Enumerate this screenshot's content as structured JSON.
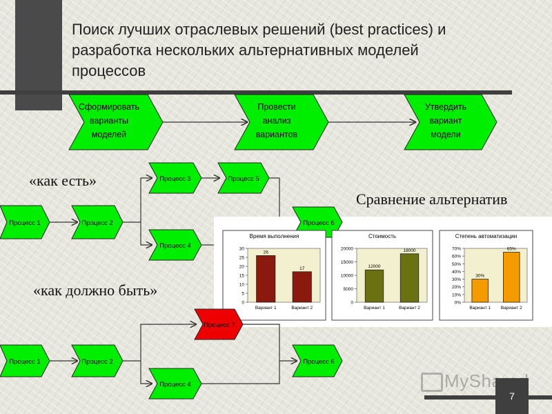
{
  "title": {
    "line1": "Поиск лучших отраслевых решений (best practices) и",
    "line2": "разработка нескольких альтернативных моделей",
    "line3": "процессов"
  },
  "top_steps": [
    {
      "lines": [
        "Сформировать",
        "варианты",
        "моделей"
      ]
    },
    {
      "lines": [
        "Провести",
        "анализ",
        "вариантов"
      ]
    },
    {
      "lines": [
        "Утвердить",
        "вариант",
        "модели"
      ]
    }
  ],
  "labels": {
    "as_is": "«как есть»",
    "to_be": "«как должно быть»",
    "comparison": "Сравнение альтернатив"
  },
  "as_is_processes": [
    "Процесс 1",
    "Процесс 2",
    "Процесс 3",
    "Процесс 4",
    "Процесс 5",
    "Процесс 6"
  ],
  "to_be_processes": [
    "Процесс 1",
    "Процесс 2",
    "Процесс 7",
    "Процесс 4",
    "Процесс 6"
  ],
  "colors": {
    "process_green": "#00ee00",
    "process_red": "#ee0000",
    "bar_red": "#8b1a0e",
    "bar_olive": "#6b7010",
    "bar_orange": "#f59a00",
    "chart_bg": "#f2f0ce"
  },
  "chart_data": [
    {
      "type": "bar",
      "title": "Время выполнения",
      "categories": [
        "Вариант 1",
        "Вариант 2"
      ],
      "values": [
        26,
        17
      ],
      "data_labels": [
        "26",
        "17"
      ],
      "ylim": [
        0,
        30
      ],
      "ticks": [
        "0",
        "5",
        "10",
        "15",
        "20",
        "25",
        "30"
      ],
      "color": "#8b1a0e"
    },
    {
      "type": "bar",
      "title": "Стоимость",
      "categories": [
        "Вариант 1",
        "Вариант 2"
      ],
      "values": [
        12000,
        18000
      ],
      "data_labels": [
        "12000",
        "18000"
      ],
      "ylim": [
        0,
        20000
      ],
      "ticks": [
        "0",
        "5000",
        "10000",
        "15000",
        "20000"
      ],
      "color": "#6b7010"
    },
    {
      "type": "bar",
      "title": "Степень автоматизации",
      "categories": [
        "Вариант 1",
        "Вариант 2"
      ],
      "values": [
        30,
        65
      ],
      "data_labels": [
        "30%",
        "65%"
      ],
      "ylim": [
        0,
        70
      ],
      "ticks": [
        "0%",
        "10%",
        "20%",
        "30%",
        "40%",
        "50%",
        "60%",
        "70%"
      ],
      "color": "#f59a00"
    }
  ],
  "watermark": "MyShared",
  "page_number": "7"
}
